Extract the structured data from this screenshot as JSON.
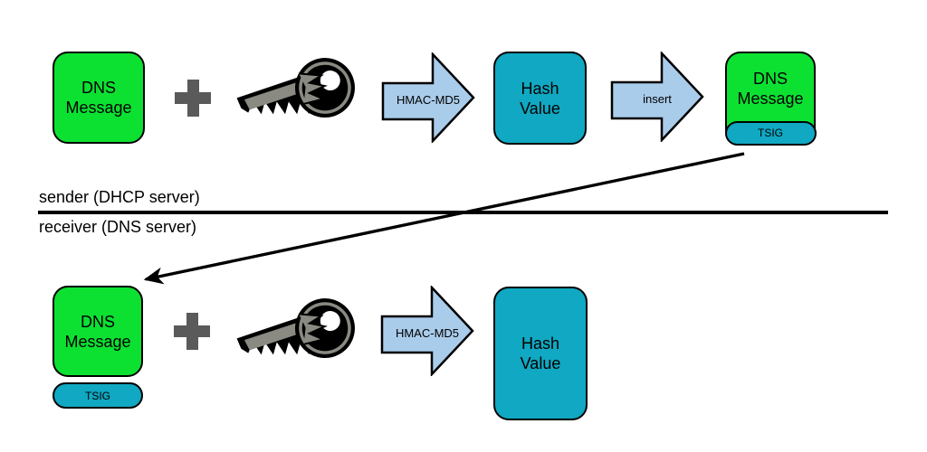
{
  "colors": {
    "dns_green": "#0CE132",
    "hash_teal": "#10A8C2",
    "arrow_blue": "#A9CCEA",
    "plus_gray": "#5A5A5A",
    "key_gray": "#8A8A82",
    "line_black": "#000000"
  },
  "divider": {
    "sender_label": "sender (DHCP server)",
    "receiver_label": "receiver (DNS server)"
  },
  "sender_flow": {
    "dns_box": "DNS\nMessage",
    "hmac_arrow": "HMAC-MD5",
    "hash_box": "Hash\nValue",
    "insert_arrow": "insert",
    "signed_dns_box": "DNS\nMessage",
    "signed_tsig": "TSIG"
  },
  "receiver_flow": {
    "dns_box": "DNS\nMessage",
    "tsig": "TSIG",
    "hmac_arrow": "HMAC-MD5",
    "hash_box": "Hash\nValue"
  }
}
